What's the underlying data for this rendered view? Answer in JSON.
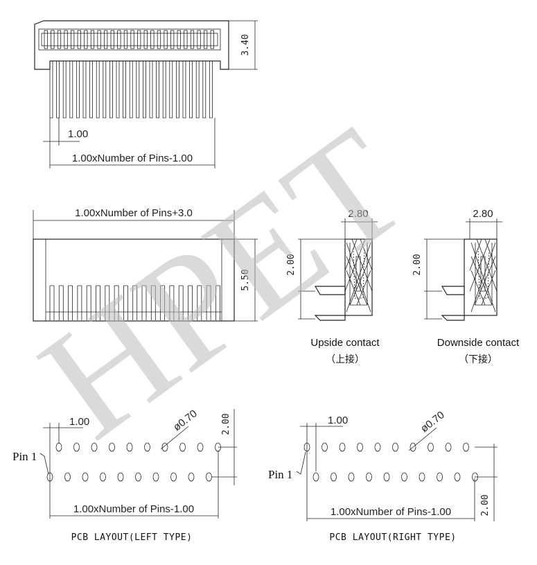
{
  "watermark": "HPET",
  "top_view": {
    "height_dim": "3.40",
    "pitch_dim": "1.00",
    "span_dim": "1.00xNumber of Pins-1.00"
  },
  "front_view": {
    "width_dim": "1.00xNumber of Pins+3.0",
    "height_dim": "5.50"
  },
  "upside_view": {
    "width_dim": "2.80",
    "height_dim": "2.00",
    "caption": "Upside contact",
    "caption_cn": "（上接）"
  },
  "downside_view": {
    "width_dim": "2.80",
    "height_dim": "2.00",
    "caption": "Downside contact",
    "caption_cn": "（下接）"
  },
  "pcb_left": {
    "pitch_dim": "1.00",
    "hole_dim": "ø0.70",
    "row_dim": "2.00",
    "pin_label": "Pin 1",
    "span_dim": "1.00xNumber of Pins-1.00",
    "caption": "PCB LAYOUT(LEFT TYPE)"
  },
  "pcb_right": {
    "pitch_dim": "1.00",
    "hole_dim": "ø0.70",
    "row_dim": "2.00",
    "pin_label": "Pin 1",
    "span_dim": "1.00xNumber of Pins-1.00",
    "caption": "PCB LAYOUT(RIGHT TYPE)"
  }
}
